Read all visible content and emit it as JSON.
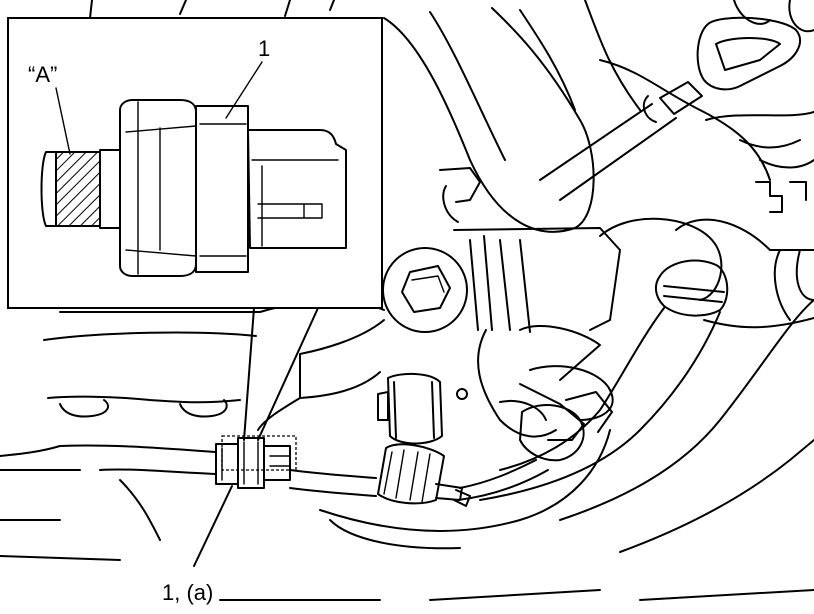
{
  "labels": {
    "inset_part": "1",
    "inset_area": "“A”",
    "main_part": "1, (a)"
  }
}
